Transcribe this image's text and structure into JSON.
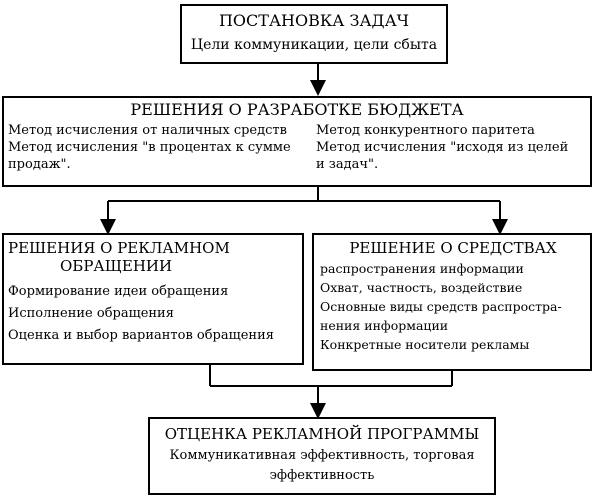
{
  "box1": {
    "title": "ПОСТАНОВКА ЗАДАЧ",
    "subtitle": "Цели коммуникации, цели сбыта"
  },
  "box2": {
    "title": "РЕШЕНИЯ О РАЗРАБОТКЕ БЮДЖЕТА",
    "left_lines": [
      "Метод исчисления от наличных средств",
      "Метод исчисления \"в процентах к сумме",
      "продаж\"."
    ],
    "right_lines": [
      "Метод конкурентного паритета",
      "Метод исчисления \"исходя из целей",
      "и задач\"."
    ]
  },
  "box3": {
    "title_lines": [
      "РЕШЕНИЯ О РЕКЛАМНОМ",
      "ОБРАЩЕНИИ"
    ],
    "items": [
      "Формирование идеи обращения",
      "Исполнение обращения",
      "Оценка и выбор вариантов обращения"
    ]
  },
  "box4": {
    "title": "РЕШЕНИЕ О СРЕДСТВАХ",
    "items": [
      "распространения информации",
      "Охват, частность, воздействие",
      "Основные виды средств распростра-",
      "нения информации",
      "Конкретные носители рекламы"
    ]
  },
  "box5": {
    "title": "ОТЦЕНКА РЕКЛАМНОЙ ПРОГРАММЫ",
    "lines": [
      "Коммуникативная эффективность, торговая",
      "эффективность"
    ]
  }
}
